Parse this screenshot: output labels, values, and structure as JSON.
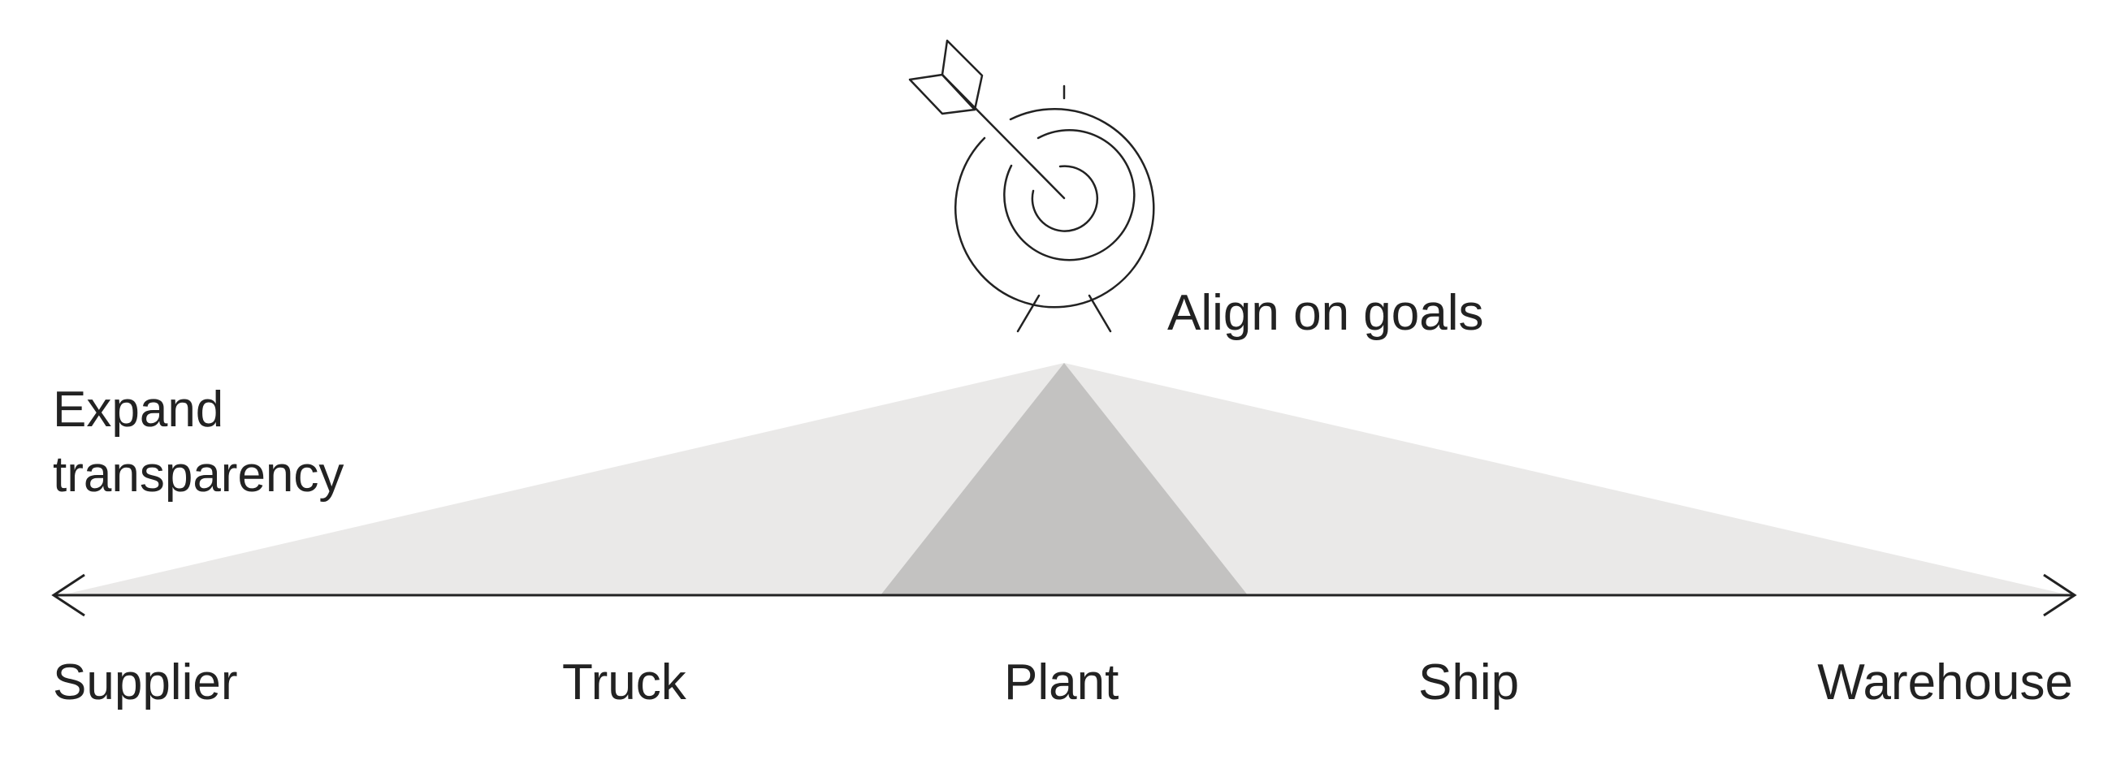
{
  "diagram": {
    "goal_label": "Align on goals",
    "transparency_label_lines": [
      "Expand",
      "transparency"
    ],
    "stages": [
      "Supplier",
      "Truck",
      "Plant",
      "Ship",
      "Warehouse"
    ],
    "icons": {
      "target": "target-with-arrow-icon",
      "left_arrow": "arrow-left-icon",
      "right_arrow": "arrow-right-icon"
    },
    "colors": {
      "line": "#222222",
      "wide_triangle": "#eae9e8",
      "narrow_triangle": "#c3c2c1",
      "background": "#ffffff"
    }
  }
}
